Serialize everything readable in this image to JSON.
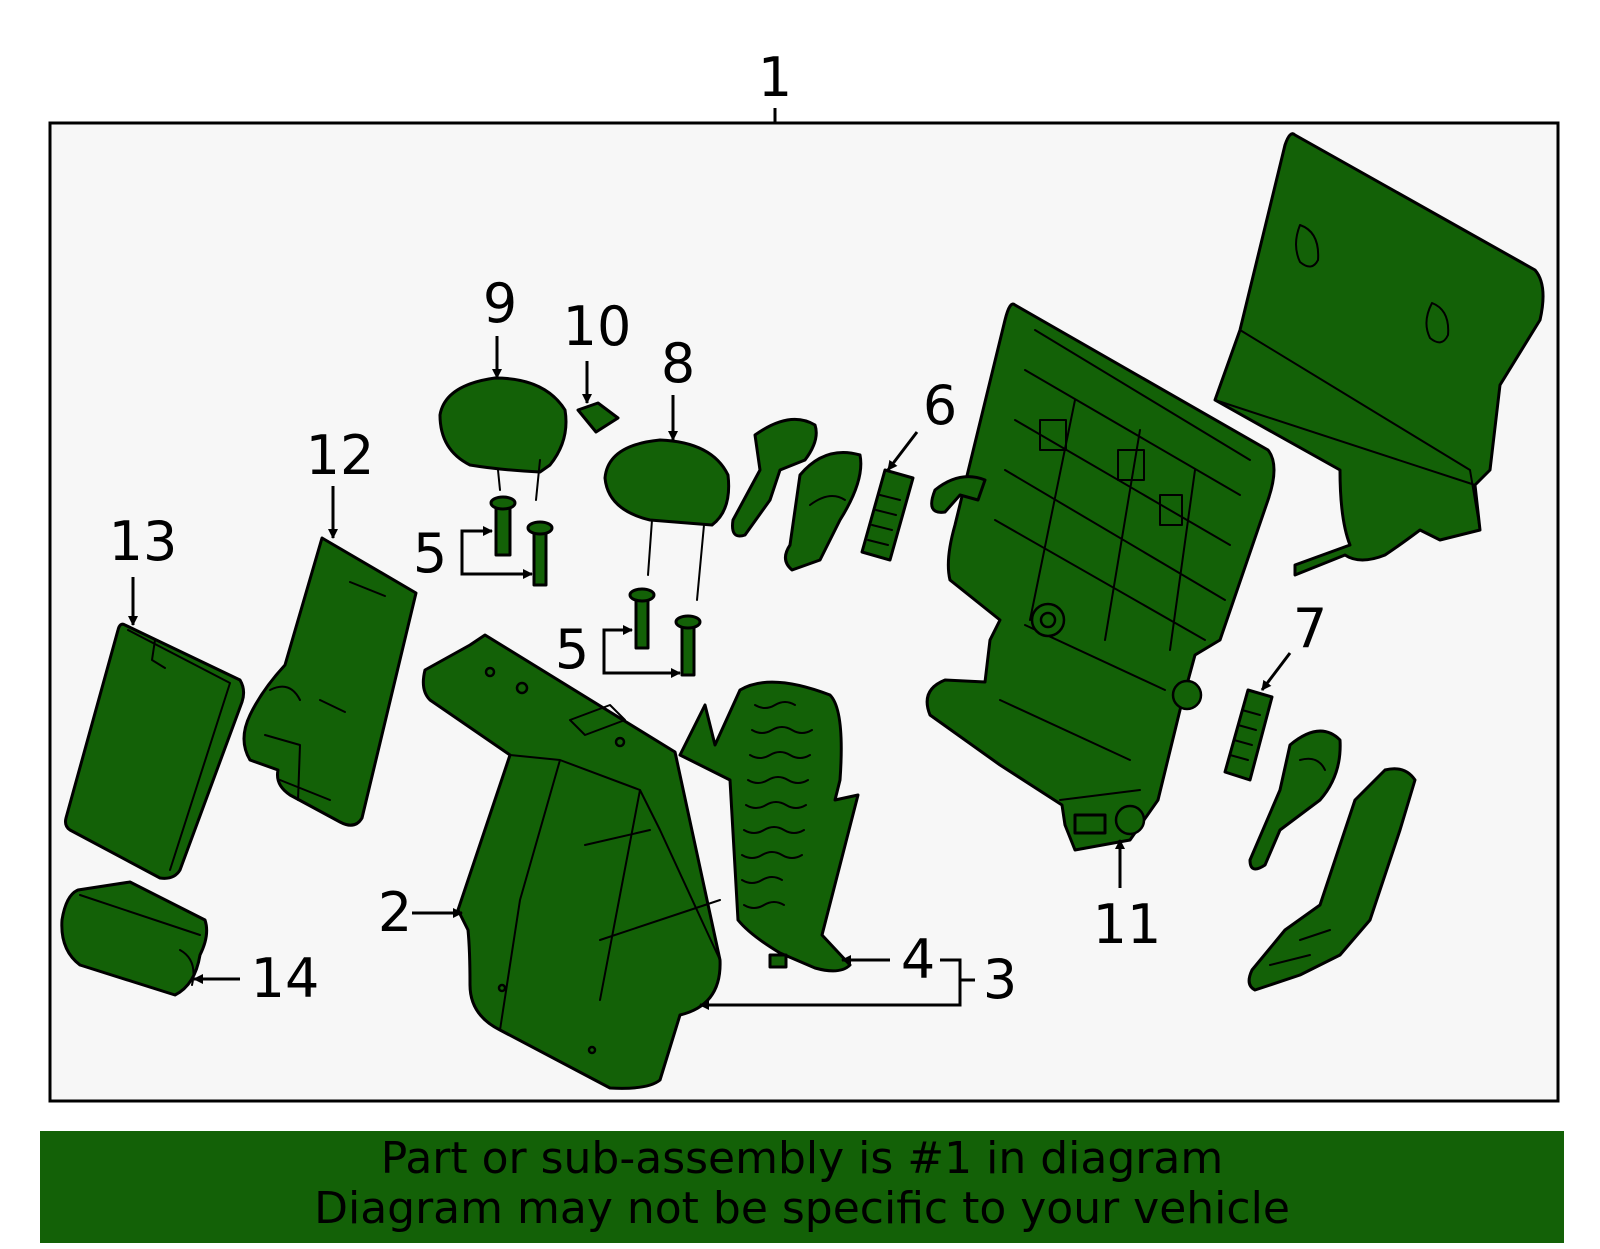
{
  "callouts": {
    "c1": "1",
    "c2": "2",
    "c3": "3",
    "c4": "4",
    "c5a": "5",
    "c5b": "5",
    "c6": "6",
    "c7": "7",
    "c8": "8",
    "c9": "9",
    "c10": "10",
    "c11": "11",
    "c12": "12",
    "c13": "13",
    "c14": "14"
  },
  "footer": {
    "line1": "Part or sub-assembly is #1 in diagram",
    "line2": "Diagram may not be specific to your vehicle"
  },
  "colors": {
    "part_fill": "#136107",
    "panel_bg": "#f7f7f7",
    "footer_bg": "#136107"
  }
}
